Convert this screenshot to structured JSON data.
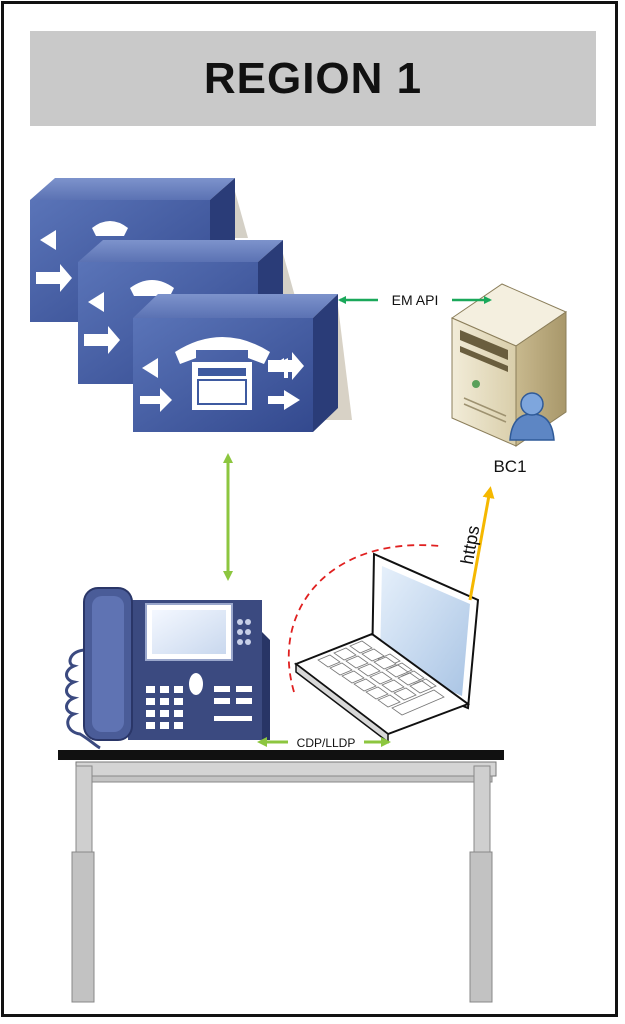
{
  "title": "REGION 1",
  "nodes": {
    "server_label": "BC1"
  },
  "connections": {
    "em_api_label": "EM API",
    "https_label": "https",
    "cdp_label": "CDP/LLDP"
  },
  "colors": {
    "header_bg": "#c9c9c9",
    "em_api_arrow": "#1aa85a",
    "phone_link_arrow": "#8cc63f",
    "https_arrow": "#f5b800",
    "discovery_arc": "#e02020",
    "cucm_face": "#3e5aa0",
    "ip_phone_body": "#3b4a80",
    "server_body": "#e6dcc0"
  }
}
